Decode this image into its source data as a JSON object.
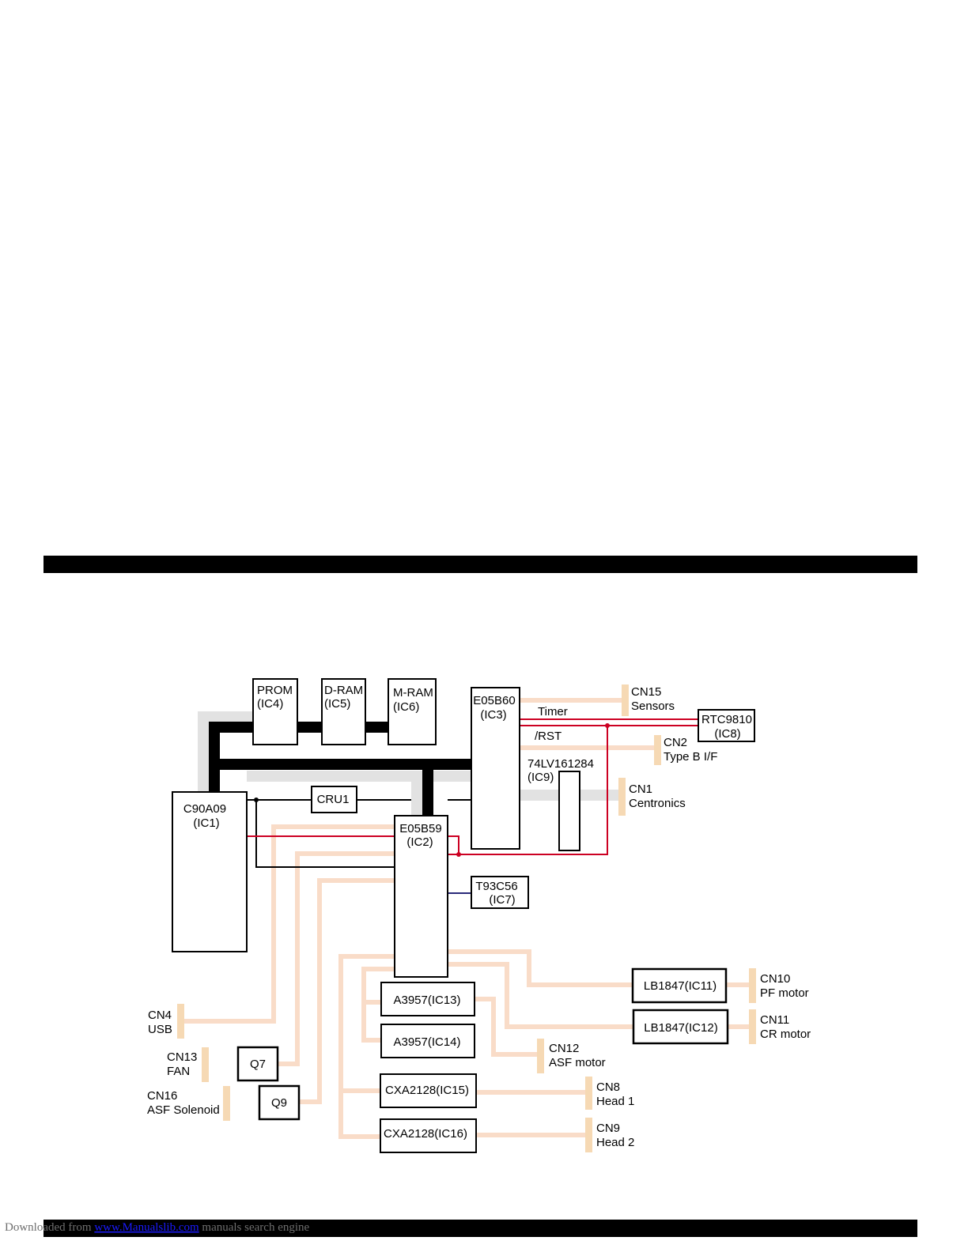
{
  "blocks": {
    "prom": {
      "line1": "PROM",
      "line2": "(IC4)"
    },
    "dram": {
      "line1": "D-RAM",
      "line2": "(IC5)"
    },
    "mram": {
      "line1": "M-RAM",
      "line2": "(IC6)"
    },
    "e05b60": {
      "line1": "E05B60",
      "line2": "(IC3)"
    },
    "rtc": {
      "line1": "RTC9810",
      "line2": "(IC8)"
    },
    "c90a09": {
      "line1": "C90A09",
      "line2": "(IC1)"
    },
    "cru1": {
      "line1": "CRU1"
    },
    "e05b59": {
      "line1": "E05B59",
      "line2": "(IC2)"
    },
    "t93c56": {
      "line1": "T93C56",
      "line2": "(IC7)"
    },
    "ic9": {
      "line1": "74LV161284",
      "line2": "(IC9)"
    },
    "ic13": {
      "line1": "A3957(IC13)"
    },
    "ic14": {
      "line1": "A3957(IC14)"
    },
    "ic15": {
      "line1": "CXA2128(IC15)"
    },
    "ic16": {
      "line1": "CXA2128(IC16)"
    },
    "ic11": {
      "line1": "LB1847(IC11)"
    },
    "ic12": {
      "line1": "LB1847(IC12)"
    },
    "q7": {
      "line1": "Q7"
    },
    "q9": {
      "line1": "Q9"
    }
  },
  "signals": {
    "timer": "Timer",
    "rst": "/RST"
  },
  "connectors": {
    "cn15": {
      "line1": "CN15",
      "line2": "Sensors"
    },
    "cn2": {
      "line1": "CN2",
      "line2": "Type B I/F"
    },
    "cn1": {
      "line1": "CN1",
      "line2": "Centronics"
    },
    "cn4": {
      "line1": "CN4",
      "line2": "USB"
    },
    "cn13": {
      "line1": "CN13",
      "line2": "FAN"
    },
    "cn16": {
      "line1": "CN16",
      "line2": "ASF Solenoid"
    },
    "cn12": {
      "line1": "CN12",
      "line2": "ASF motor"
    },
    "cn8": {
      "line1": "CN8",
      "line2": "Head 1"
    },
    "cn9": {
      "line1": "CN9",
      "line2": "Head 2"
    },
    "cn10": {
      "line1": "CN10",
      "line2": "PF motor"
    },
    "cn11": {
      "line1": "CN11",
      "line2": "CR motor"
    }
  },
  "footer": {
    "prefix": "Downloaded from ",
    "link": "www.Manualslib.com",
    "suffix": " manuals search engine"
  },
  "colors": {
    "header_bar": "#000000",
    "bus_gray": "#e2e2e2",
    "signal_peach": "#f9dcc8",
    "connector_tab": "#f6d9b4",
    "reset_red": "#cc0022",
    "eeprom_line": "#2a2a7a"
  }
}
